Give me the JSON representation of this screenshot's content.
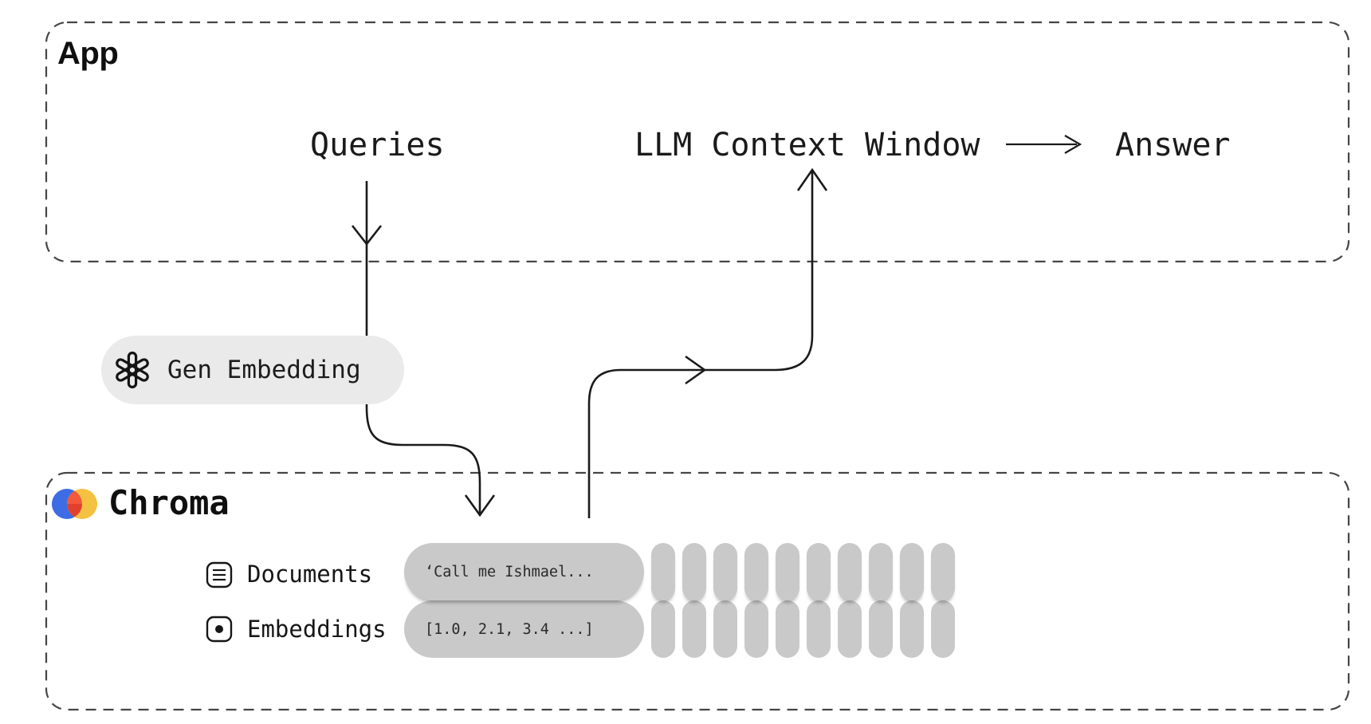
{
  "app_box": {
    "title": "App",
    "queries_label": "Queries",
    "llm_context_label": "LLM Context Window",
    "answer_label": "Answer"
  },
  "gen_embedding": {
    "label": "Gen Embedding",
    "icon": "openai-logo-icon"
  },
  "chroma_box": {
    "title": "Chroma",
    "logo": "chroma-logo-icon",
    "rows": [
      {
        "icon": "document-icon",
        "label": "Documents",
        "sample": "‘Call me Ishmael...",
        "capsule_count": 10
      },
      {
        "icon": "embedding-icon",
        "label": "Embeddings",
        "sample": "[1.0, 2.1, 3.4 ...]",
        "capsule_count": 10
      }
    ]
  },
  "colors": {
    "background": "#ffffff",
    "dashed_border": "#454545",
    "arrow": "#1a1a1a",
    "sample_pill": "#c9c9c9",
    "gen_pill": "#eaeaea",
    "chroma_blue": "#3D6CE5",
    "chroma_yellow": "#F5C142",
    "chroma_red_top": "#F3583B",
    "chroma_red_bottom": "#E2402F"
  }
}
